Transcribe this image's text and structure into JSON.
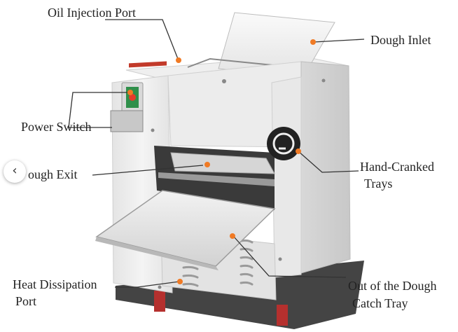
{
  "labels": {
    "oil_port": "Oil Injection Port",
    "dough_inlet": "Dough Inlet",
    "power_switch": "Power Switch",
    "dough_exit": "ough Exit",
    "hand_cranked_1": "Hand-Cranked",
    "hand_cranked_2": "Trays",
    "heat_1": "Heat Dissipation",
    "heat_2": "Port",
    "catch_1": "Out of the Dough",
    "catch_2": "Catch Tray"
  },
  "nav": {
    "prev_icon": "chevron-left-icon",
    "glyph": "‹"
  },
  "colors": {
    "accent": "#f07a24",
    "body": "#ececec",
    "line": "#333333"
  }
}
